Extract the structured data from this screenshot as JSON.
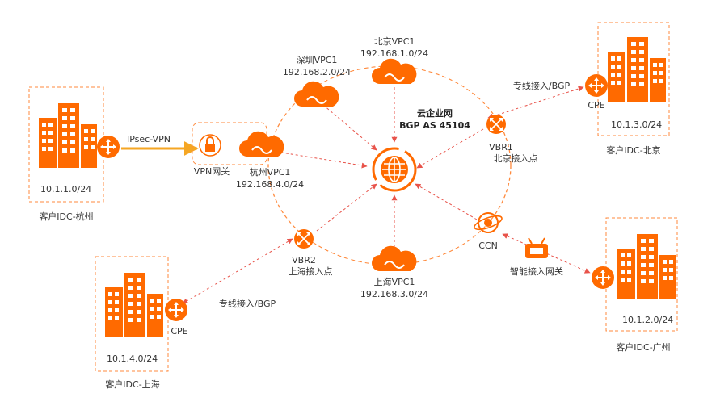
{
  "colors": {
    "accent": "#FF6A00",
    "accent_light": "#FF8A3D",
    "line": "#E8534A",
    "vpn_link": "#F5A623",
    "text": "#333333"
  },
  "hub": {
    "line1": "云企业网",
    "line2": "BGP AS 45104",
    "icon": "globe-icon"
  },
  "vpcs": {
    "beijing": {
      "name": "北京VPC1",
      "cidr": "192.168.1.0/24"
    },
    "shenzhen": {
      "name": "深圳VPC1",
      "cidr": "192.168.2.0/24"
    },
    "hangzhou": {
      "name": "杭州VPC1",
      "cidr": "192.168.4.0/24"
    },
    "shanghai": {
      "name": "上海VPC1",
      "cidr": "192.168.3.0/24"
    }
  },
  "vbr1": {
    "name": "VBR1",
    "desc": "北京接入点"
  },
  "vbr2": {
    "name": "VBR2",
    "desc": "上海接入点"
  },
  "ccn": {
    "name": "CCN"
  },
  "vpn_gateway": {
    "name": "VPN网关"
  },
  "ipsec": {
    "label": "IPsec-VPN"
  },
  "smart_gateway": {
    "name": "智能接入网关"
  },
  "links": {
    "bj": "专线接入/BGP",
    "sh": "专线接入/BGP"
  },
  "idc": {
    "hangzhou": {
      "cidr": "10.1.1.0/24",
      "name": "客户IDC-杭州"
    },
    "beijing": {
      "cidr": "10.1.3.0/24",
      "name": "客户IDC-北京",
      "cpe": "CPE"
    },
    "shanghai": {
      "cidr": "10.1.4.0/24",
      "name": "客户IDC-上海",
      "cpe": "CPE"
    },
    "guangzhou": {
      "cidr": "10.1.2.0/24",
      "name": "客户IDC-广州"
    }
  }
}
